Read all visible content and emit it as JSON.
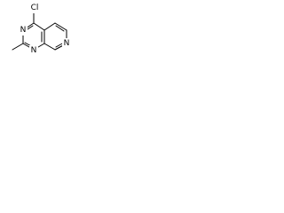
{
  "molecule": {
    "atoms": {
      "chlorine": "Cl",
      "ring_n_pyrimidine_top": "N",
      "ring_n_pyrimidine_bottom": "N",
      "ring_n_pyridine": "N"
    }
  }
}
